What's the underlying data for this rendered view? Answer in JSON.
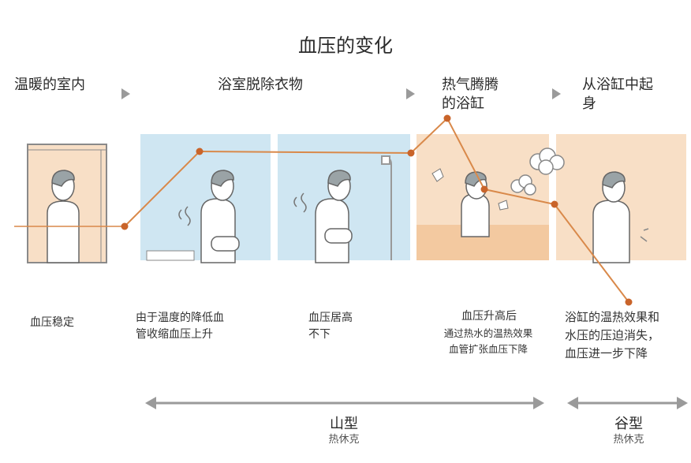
{
  "title": "血压的变化",
  "stages": [
    {
      "label": "温暖的室内"
    },
    {
      "label": "浴室脱除衣物"
    },
    {
      "label": "热气腾腾\n的浴缸"
    },
    {
      "label": "从浴缸中起\n身"
    }
  ],
  "descriptions": [
    "血压稳定",
    "由于温度的降低血\n管收缩血压上升",
    "血压居高\n不下",
    "血压升高后",
    "通过热水的温热效果\n血管扩张血压下降",
    "浴缸的温热效果和\n水压的压迫消失，\n血压进一步下降"
  ],
  "categories": [
    {
      "label": "山型",
      "sub": "热休克"
    },
    {
      "label": "谷型",
      "sub": "热休克"
    }
  ],
  "colors": {
    "line": "#d9894a",
    "dot": "#c9642a",
    "warm_panel": "#f8dfc6",
    "cool_panel": "#cfe6f2",
    "bath_water": "#f3c9a0",
    "arrow": "#9a9a9a",
    "figure_skin": "#ffffff",
    "figure_hair": "#9aa3a6"
  },
  "icons": [
    "play-arrow-icon",
    "double-arrow-icon",
    "person-figure-icon",
    "steam-cloud-icon",
    "shower-icon"
  ]
}
